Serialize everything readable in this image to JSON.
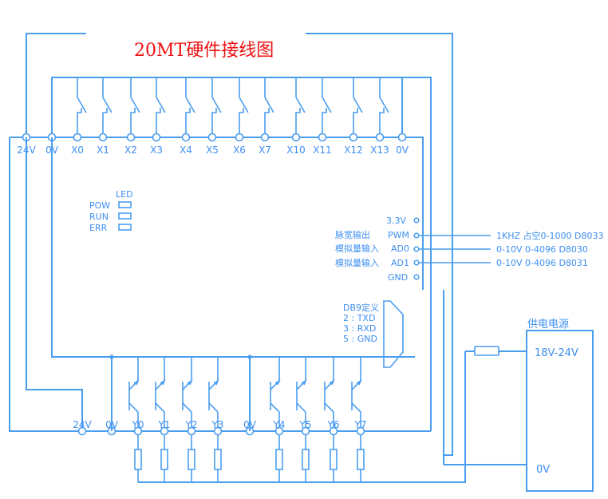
{
  "title": "20MT硬件接线图",
  "input_terminals": [
    "24V",
    "0V",
    "X0",
    "X1",
    "X2",
    "X3",
    "X4",
    "X5",
    "X6",
    "X7",
    "X10",
    "X11",
    "X12",
    "X13",
    "0V"
  ],
  "input_switches": [
    "X0",
    "X1",
    "X2",
    "X3",
    "X4",
    "X5",
    "X6",
    "X7",
    "X10",
    "X11",
    "X12",
    "X13"
  ],
  "led": {
    "header": "LED",
    "items": [
      "POW",
      "RUN",
      "ERR"
    ]
  },
  "analog_pins": [
    {
      "pin": "3.3V",
      "desc": "",
      "spec": ""
    },
    {
      "pin": "PWM",
      "desc": "脉宽输出",
      "spec": "1KHZ 占空0-1000 D8033"
    },
    {
      "pin": "AD0",
      "desc": "模拟量输入",
      "spec": "0-10V 0-4096 D8030"
    },
    {
      "pin": "AD1",
      "desc": "模拟量输入",
      "spec": "0-10V 0-4096 D8031"
    },
    {
      "pin": "GND",
      "desc": "",
      "spec": ""
    }
  ],
  "db9": {
    "title": "DB9定义",
    "lines": [
      "2 : TXD",
      "3 : RXD",
      "5 : GND"
    ]
  },
  "output_terminals": [
    "24V",
    "0V",
    "Y0",
    "Y1",
    "Y2",
    "Y3",
    "0V",
    "Y4",
    "Y5",
    "Y6",
    "Y7"
  ],
  "power_supply": {
    "title": "供电电源",
    "positive": "18V-24V",
    "negative": "0V"
  },
  "colors": {
    "wire": "#4a9ef0",
    "title": "#ee1111"
  }
}
